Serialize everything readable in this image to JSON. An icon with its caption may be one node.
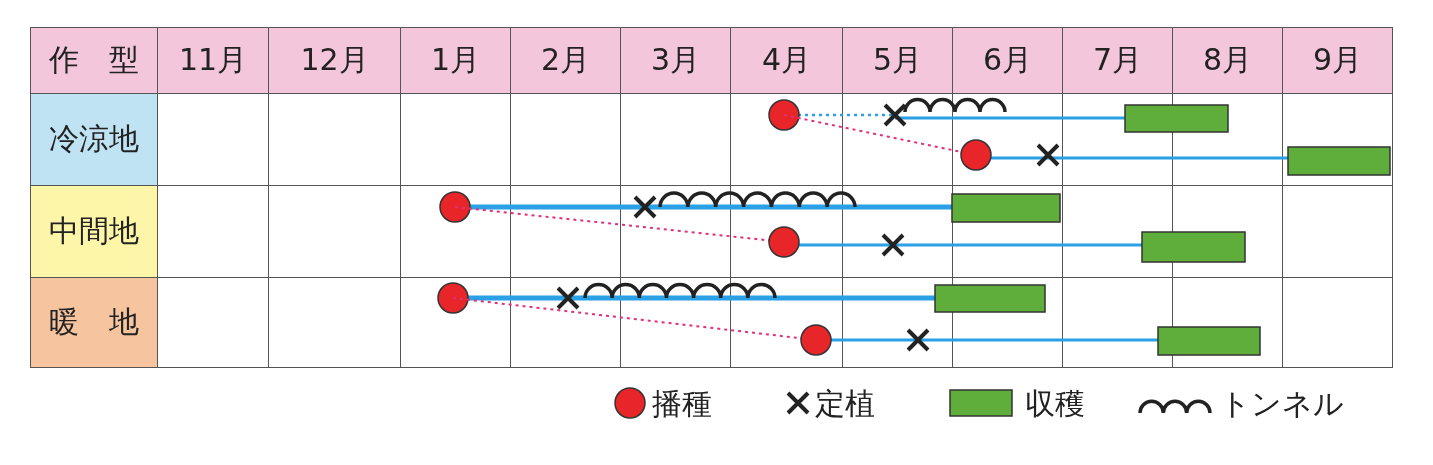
{
  "diagram": {
    "labels": [
      "作　型",
      "11月",
      "12月",
      "1月",
      "2月",
      "3月",
      "4月",
      "5月",
      "6月",
      "7月",
      "8月",
      "9月",
      "冷涼地",
      "中間地",
      "暖　地"
    ],
    "legend": [
      {
        "text": "播種",
        "color": "#e8262a"
      },
      {
        "text": "定植"
      },
      {
        "text": "収穫",
        "color": "#5fad3b"
      },
      {
        "text": "トンネル"
      }
    ]
  }
}
